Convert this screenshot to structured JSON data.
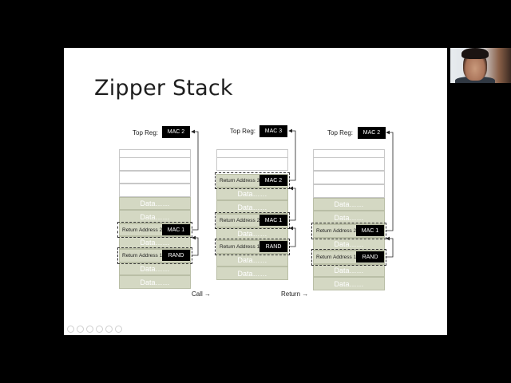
{
  "slide": {
    "title": "Zipper Stack"
  },
  "stacks": [
    {
      "top_reg_label": "Top Reg:",
      "top_reg_value": "MAC 2",
      "data_label": "Data……",
      "return_addresses": [
        {
          "label": "Return Address 2",
          "tag": "MAC 1"
        },
        {
          "label": "Return Address 1",
          "tag": "RAND"
        }
      ]
    },
    {
      "top_reg_label": "Top Reg:",
      "top_reg_value": "MAC 3",
      "data_label": "Data……",
      "return_addresses": [
        {
          "label": "Return Address 3",
          "tag": "MAC 2"
        },
        {
          "label": "Return Address 2",
          "tag": "MAC 1"
        },
        {
          "label": "Return Address 1",
          "tag": "RAND"
        }
      ]
    },
    {
      "top_reg_label": "Top Reg:",
      "top_reg_value": "MAC 2",
      "data_label": "Data……",
      "return_addresses": [
        {
          "label": "Return Address 2",
          "tag": "MAC 1"
        },
        {
          "label": "Return Address 1",
          "tag": "RAND"
        }
      ]
    }
  ],
  "captions": {
    "call": "Call →",
    "return": "Return →"
  },
  "colors": {
    "background": "#000000",
    "slide": "#ffffff",
    "data_cell": "#d4d8c3",
    "mac_box": "#000000"
  },
  "webcam": {
    "icon": "presenter-webcam-feed"
  }
}
